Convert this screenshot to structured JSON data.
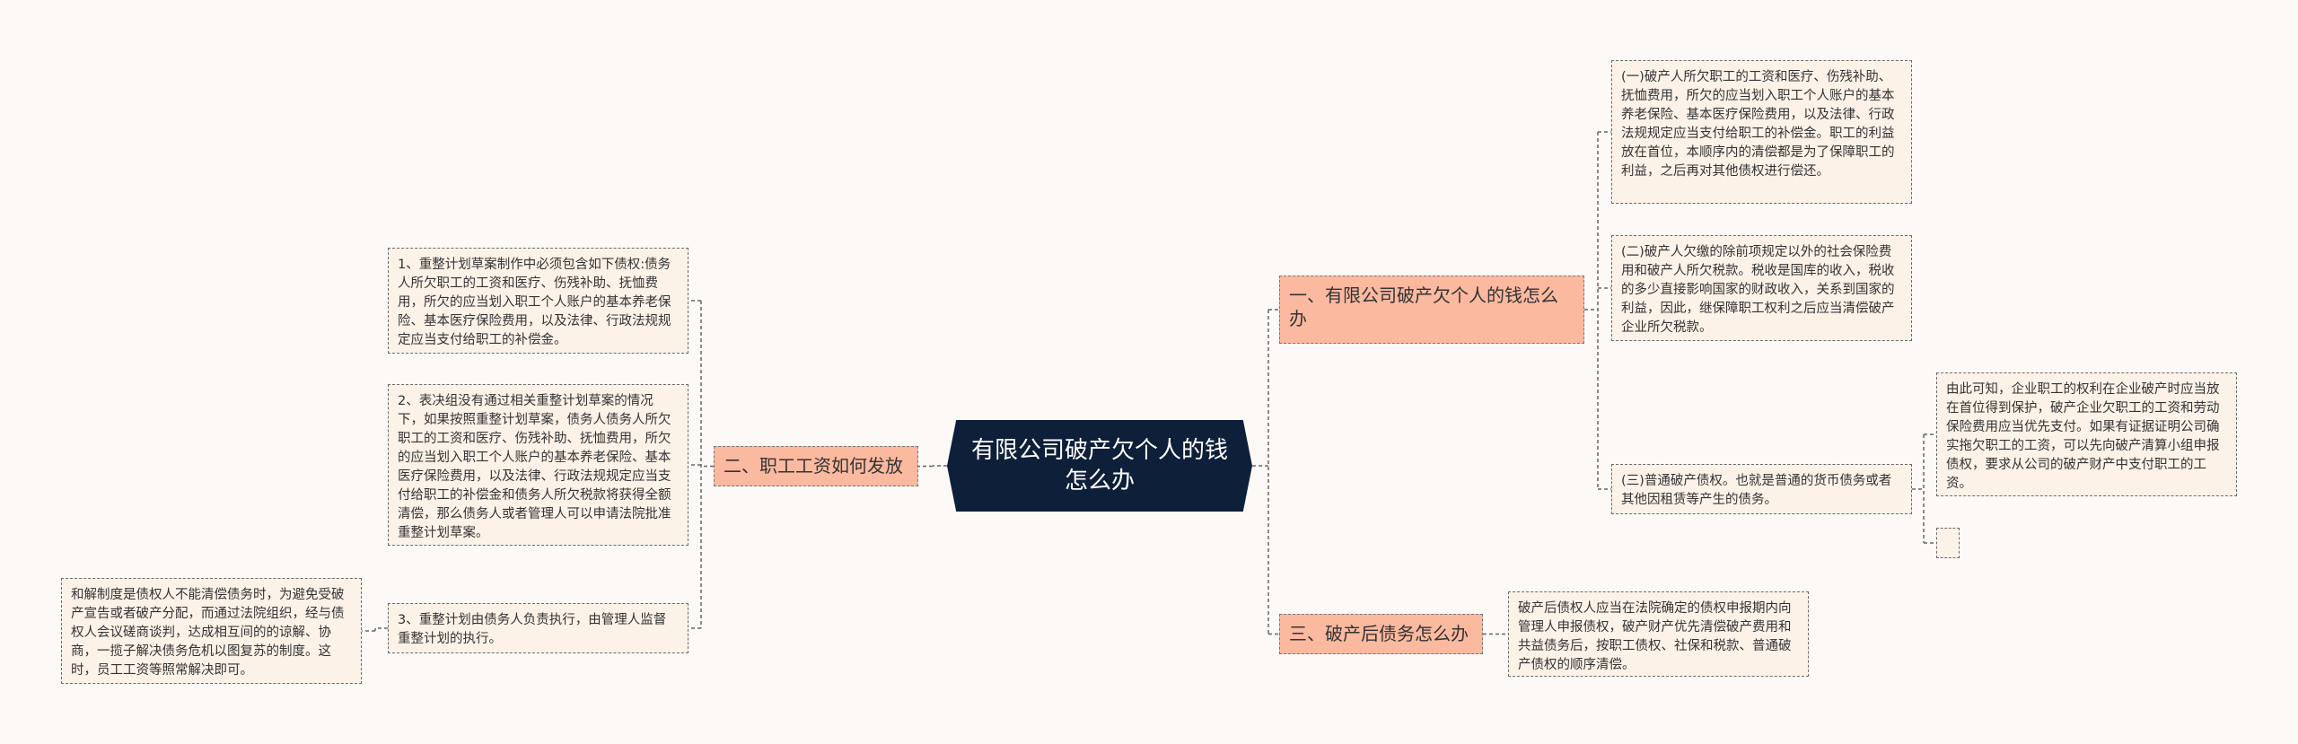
{
  "root": {
    "title": "有限公司破产欠个人的钱怎么办"
  },
  "branches": {
    "b1": {
      "label": "一、有限公司破产欠个人的钱怎么办"
    },
    "b2": {
      "label": "二、职工工资如何发放"
    },
    "b3": {
      "label": "三、破产后债务怎么办"
    }
  },
  "leaves": {
    "r1": "(一)破产人所欠职工的工资和医疗、伤残补助、抚恤费用，所欠的应当划入职工个人账户的基本养老保险、基本医疗保险费用，以及法律、行政法规规定应当支付给职工的补偿金。职工的利益放在首位，本顺序内的清偿都是为了保障职工的利益，之后再对其他债权进行偿还。",
    "r2": "(二)破产人欠缴的除前项规定以外的社会保险费用和破产人所欠税款。税收是国库的收入，税收的多少直接影响国家的财政收入，关系到国家的利益，因此，继保障职工权利之后应当清偿破产企业所欠税款。",
    "r3": "(三)普通破产债权。也就是普通的货币债务或者其他因租赁等产生的债务。",
    "r3a": "由此可知，企业职工的权利在企业破产时应当放在首位得到保护，破产企业欠职工的工资和劳动保险费用应当优先支付。如果有证据证明公司确实拖欠职工的工资，可以先向破产清算小组申报债权，要求从公司的破产财产中支付职工的工资。",
    "r3b": "",
    "b3c": "破产后债权人应当在法院确定的债权申报期内向管理人申报债权，破产财产优先清偿破产费用和共益债务后，按职工债权、社保和税款、普通破产债权的顺序清偿。",
    "l1": "1、重整计划草案制作中必须包含如下债权:债务人所欠职工的工资和医疗、伤残补助、抚恤费用，所欠的应当划入职工个人账户的基本养老保险、基本医疗保险费用，以及法律、行政法规规定应当支付给职工的补偿金。",
    "l2": "2、表决组没有通过相关重整计划草案的情况下，如果按照重整计划草案，债务人债务人所欠职工的工资和医疗、伤残补助、抚恤费用，所欠的应当划入职工个人账户的基本养老保险、基本医疗保险费用，以及法律、行政法规规定应当支付给职工的补偿金和债务人所欠税款将获得全额清偿，那么债务人或者管理人可以申请法院批准重整计划草案。",
    "l3": "3、重整计划由债务人负责执行，由管理人监督重整计划的执行。",
    "l3a": "和解制度是债权人不能清偿债务时，为避免受破产宣告或者破产分配，而通过法院组织，经与债权人会议磋商谈判，达成相互间的的谅解、协商，一揽子解决债务危机以图复苏的制度。这时，员工工资等照常解决即可。"
  },
  "colors": {
    "root_bg": "#0e1f3a",
    "branch_bg": "#fbb9a0",
    "leaf_bg": "#fdf2e8",
    "line": "#555555",
    "page_bg": "#fdf9f7"
  }
}
